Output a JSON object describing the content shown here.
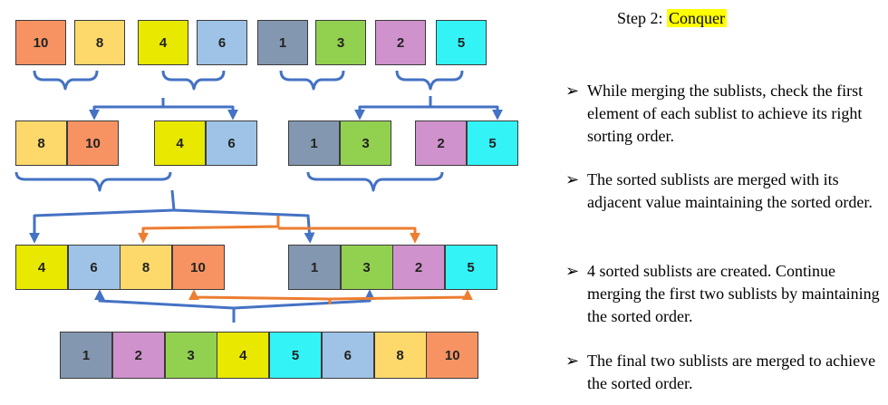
{
  "title": {
    "prefix": "Step 2: ",
    "highlight": "Conquer"
  },
  "colors": {
    "10": "#f79363",
    "8": "#fdd96b",
    "4": "#e8e800",
    "6": "#9ec3e6",
    "1": "#8497b0",
    "3": "#92d050",
    "2": "#cf92cc",
    "5": "#33f3f6",
    "blue_arrow": "#4472c4",
    "orange_arrow": "#ed7d31",
    "highlight": "#ffff00"
  },
  "levels": {
    "level1": [
      "10",
      "8",
      "4",
      "6",
      "1",
      "3",
      "2",
      "5"
    ],
    "level2": [
      [
        "8",
        "10"
      ],
      [
        "4",
        "6"
      ],
      [
        "1",
        "3"
      ],
      [
        "2",
        "5"
      ]
    ],
    "level3": [
      [
        "4",
        "6",
        "8",
        "10"
      ],
      [
        "1",
        "3",
        "2",
        "5"
      ]
    ],
    "level4": [
      "1",
      "2",
      "3",
      "4",
      "5",
      "6",
      "8",
      "10"
    ]
  },
  "bullets": [
    {
      "mark": "➢",
      "text": "While merging the sublists, check the first element of each sublist to achieve its right sorting order."
    },
    {
      "mark": "➢",
      "text": "The sorted sublists are merged with its adjacent value maintaining the sorted order."
    },
    {
      "mark": "➢",
      "text": "4 sorted sublists are created. Continue merging the first two sublists by maintaining the sorted order."
    },
    {
      "mark": "➢",
      "text": "The final two sublists are merged to achieve the sorted order."
    }
  ]
}
